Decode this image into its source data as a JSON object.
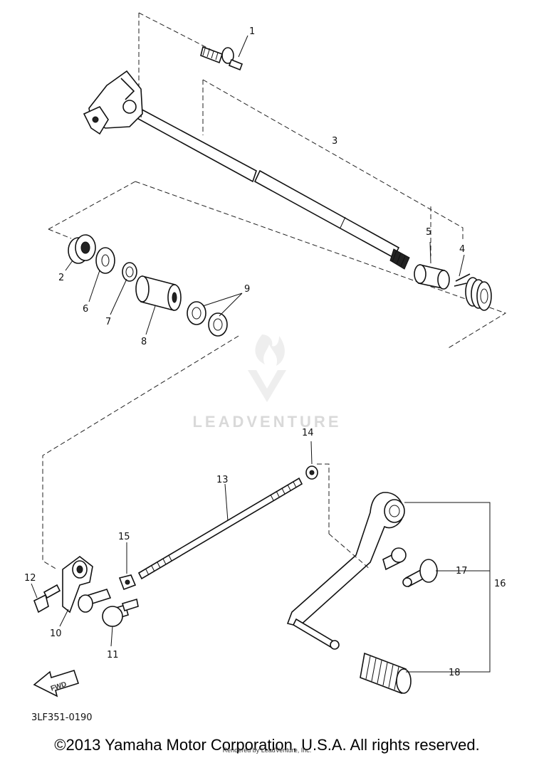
{
  "diagram_code": "3LF351-0190",
  "copyright": "©2013 Yamaha Motor Corporation, U.S.A. All rights reserved.",
  "watermark": "LEADVENTURE",
  "overlay_text": "Rendered by LeadVenture, Inc.",
  "fwd_arrow": "FWD",
  "callouts": {
    "p1": "1",
    "p2": "2",
    "p3": "3",
    "p4": "4",
    "p5": "5",
    "p6": "6",
    "p7": "7",
    "p8": "8",
    "p9": "9",
    "p10": "10",
    "p11": "11",
    "p12": "12",
    "p13": "13",
    "p14": "14",
    "p15": "15",
    "p16": "16",
    "p17": "17",
    "p18": "18"
  }
}
